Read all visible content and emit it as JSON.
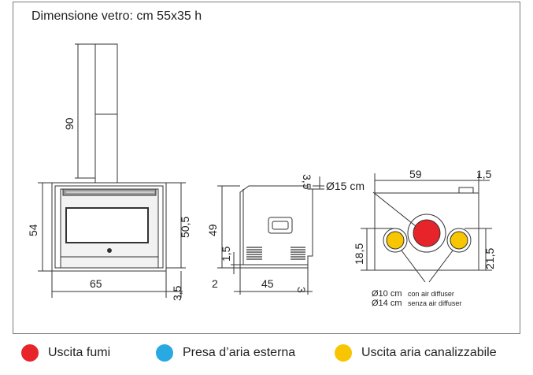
{
  "title": "Dimensione vetro: cm 55x35 h",
  "front_view": {
    "dim_flue_height": "90",
    "dim_height": "54",
    "dim_inner_height": "50,5",
    "dim_width": "65",
    "dim_base": "3,5"
  },
  "side_view": {
    "dim_top": "3,5",
    "dim_height": "49",
    "dim_small": "1,5",
    "dim_offset": "2",
    "dim_depth": "45",
    "dim_back": "3"
  },
  "top_view": {
    "dim_flue_diameter": "Ø15 cm",
    "dim_width": "59",
    "dim_edge": "1,5",
    "dim_left_height": "18,5",
    "dim_right_height": "21,5",
    "note_line1_size": "Ø10 cm",
    "note_line1_text": "con air diffuser",
    "note_line2_size": "Ø14 cm",
    "note_line2_text": "senza air diffuser"
  },
  "legend": [
    {
      "label": "Uscita fumi",
      "color": "#e8242b"
    },
    {
      "label": "Presa d’aria esterna",
      "color": "#29a9e1"
    },
    {
      "label": "Uscita aria canalizzabile",
      "color": "#f7c600"
    }
  ]
}
